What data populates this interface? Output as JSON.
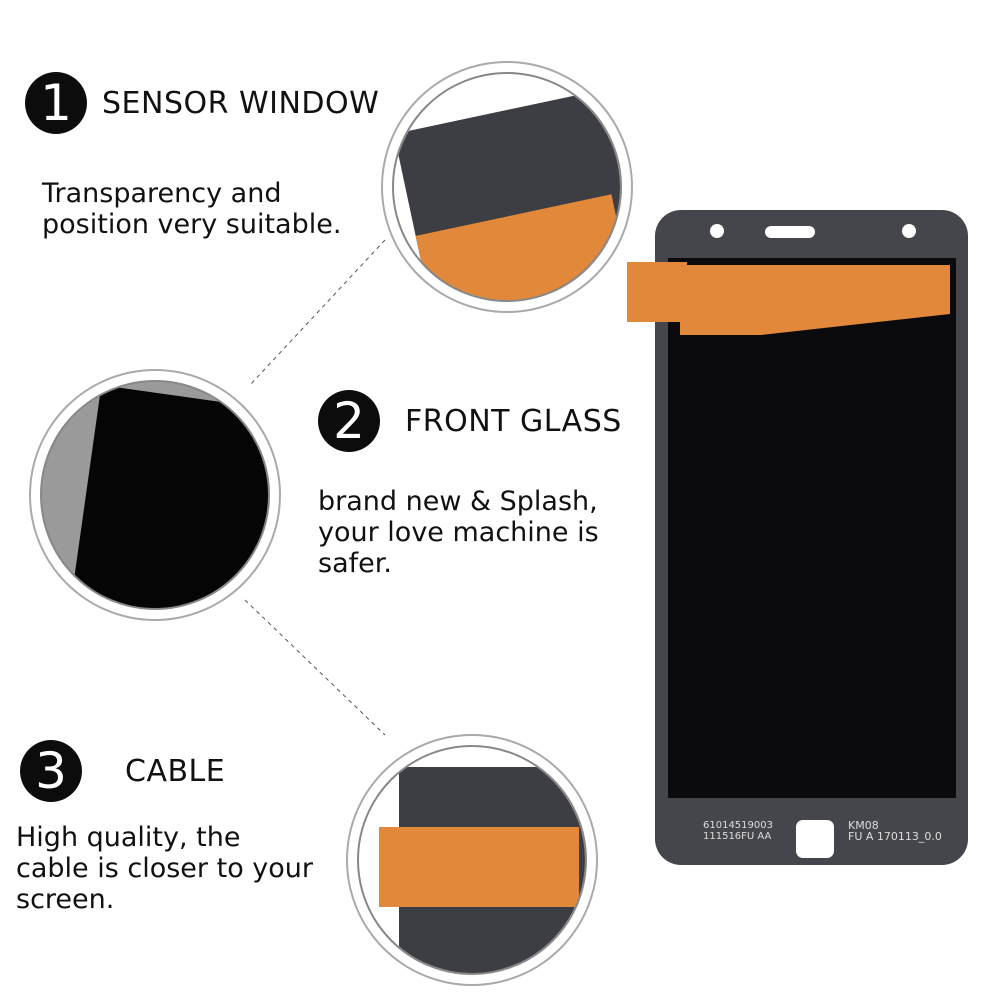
{
  "features": [
    {
      "number": "1",
      "title": "SENSOR WINDOW",
      "description": "Transparency and\nposition very suitable."
    },
    {
      "number": "2",
      "title": "FRONT GLASS",
      "description": "brand  new & Splash,\nyour love machine is\nsafer."
    },
    {
      "number": "3",
      "title": "CABLE",
      "description": "High quality, the\ncable is closer to your\nscreen."
    }
  ],
  "phone_label_left": "61014519003\n111516FU  AA",
  "phone_label_right": "KM08\nFU A 170113_0.0",
  "colors": {
    "frame": "#45464b",
    "screen": "#0b0b0e",
    "flex_cable": "#e2883a"
  }
}
